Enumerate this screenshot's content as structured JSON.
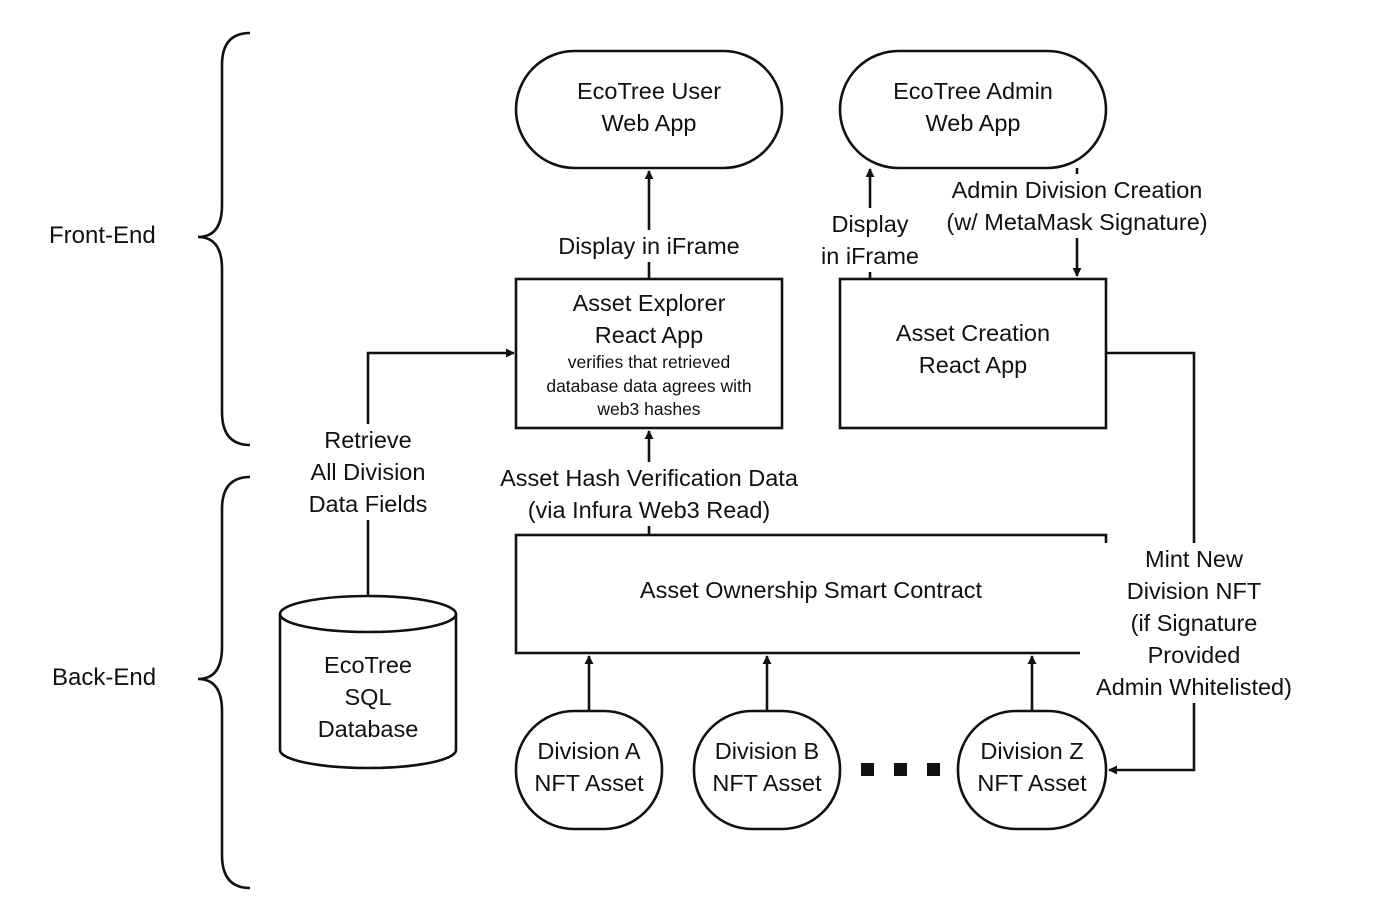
{
  "sections": {
    "front_end": "Front-End",
    "back_end": "Back-End"
  },
  "nodes": {
    "user_web_app": [
      "EcoTree User",
      "Web App"
    ],
    "admin_web_app": [
      "EcoTree Admin",
      "Web App"
    ],
    "asset_explorer": {
      "title": [
        "Asset Explorer",
        "React App"
      ],
      "note": [
        "verifies that retrieved",
        "database data agrees with",
        "web3 hashes"
      ]
    },
    "asset_creation": [
      "Asset Creation",
      "React App"
    ],
    "smart_contract": "Asset Ownership Smart Contract",
    "database": [
      "EcoTree",
      "SQL",
      "Database"
    ],
    "division_a": [
      "Division A",
      "NFT Asset"
    ],
    "division_b": [
      "Division B",
      "NFT Asset"
    ],
    "division_z": [
      "Division Z",
      "NFT Asset"
    ],
    "ellipsis": "..."
  },
  "edges": {
    "display_iframe_user": "Display in iFrame",
    "display_iframe_admin": [
      "Display",
      "in iFrame"
    ],
    "admin_division_creation": [
      "Admin Division Creation",
      "(w/ MetaMask Signature)"
    ],
    "retrieve_fields": [
      "Retrieve",
      "All Division",
      "Data Fields"
    ],
    "hash_verification": [
      "Asset Hash Verification Data",
      "(via Infura Web3 Read)"
    ],
    "mint_new": [
      "Mint New",
      "Division NFT",
      "(if Signature",
      "Provided",
      "Admin Whitelisted)"
    ]
  },
  "colors": {
    "stroke": "#111111",
    "background": "#ffffff"
  }
}
